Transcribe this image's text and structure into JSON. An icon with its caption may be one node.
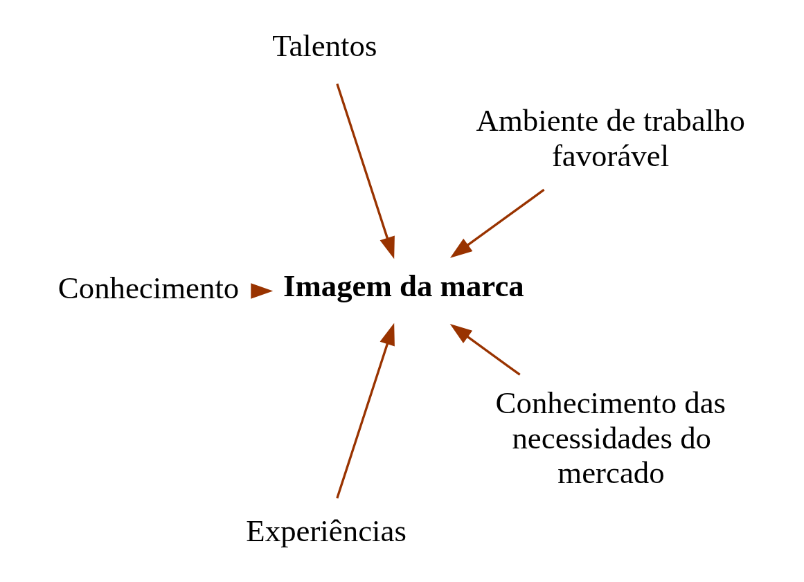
{
  "diagram": {
    "nodes": [
      {
        "text": [
          "Ambiente de trabalho favorável"
        ]
      },
      {
        "text": [
          "Talentos"
        ]
      },
      {
        "text": [
          "Imagem da marca"
        ]
      },
      {
        "text": [
          "Conhecimento"
        ]
      },
      {
        "text": [
          "Experiências"
        ]
      },
      {
        "text": [
          "Conhecimento das necessidades do mercado"
        ]
      }
    ],
    "edges": [
      {
        "from": 0,
        "to": 2,
        "arrow": "to"
      },
      {
        "from": 1,
        "to": 2,
        "arrow": "to"
      },
      {
        "from": 3,
        "to": 2,
        "arrow": "to"
      },
      {
        "from": 5,
        "to": 2,
        "arrow": "to"
      },
      {
        "from": 4,
        "to": 2,
        "arrow": "to"
      }
    ]
  }
}
